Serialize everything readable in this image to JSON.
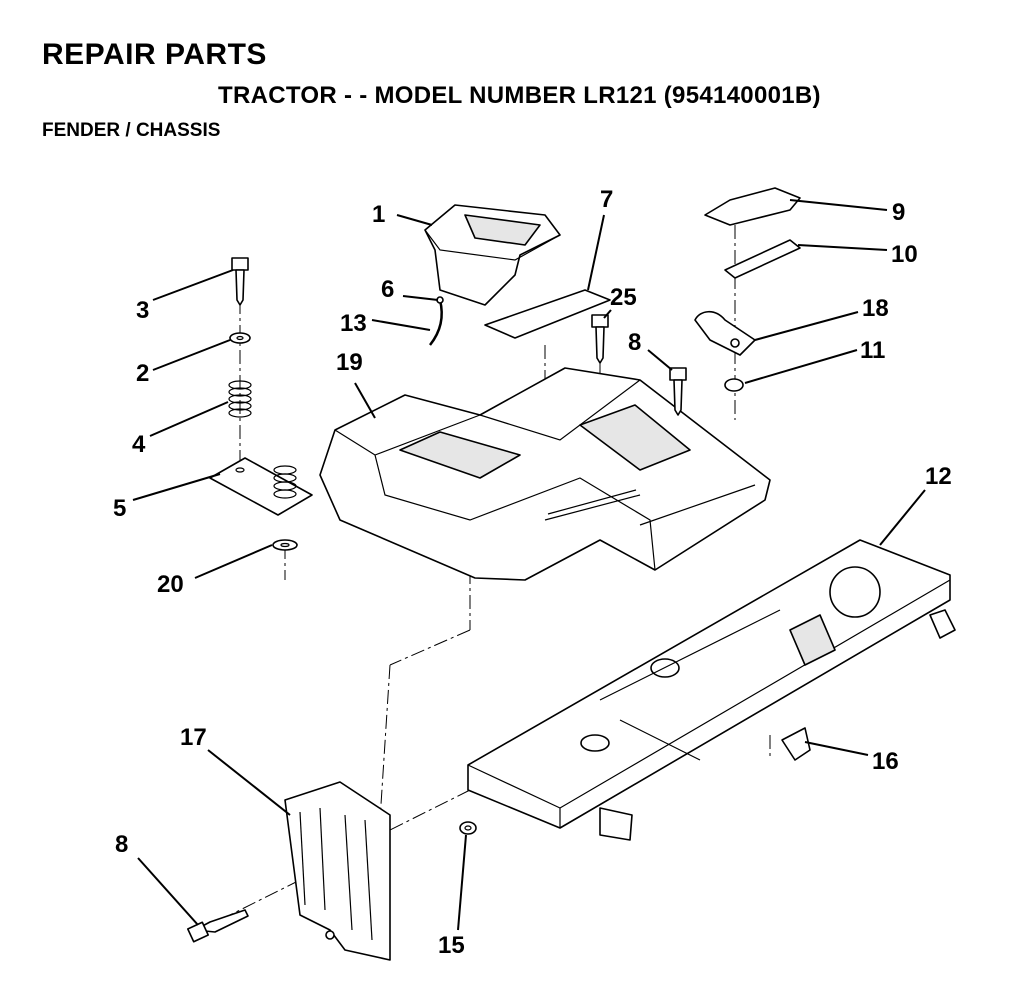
{
  "header": {
    "title": "REPAIR PARTS",
    "subtitle": "TRACTOR - - MODEL NUMBER LR121 (954140001B)",
    "section": "FENDER / CHASSIS"
  },
  "callouts": [
    {
      "id": "c1",
      "label": "1"
    },
    {
      "id": "c2",
      "label": "2"
    },
    {
      "id": "c3",
      "label": "3"
    },
    {
      "id": "c4",
      "label": "4"
    },
    {
      "id": "c5",
      "label": "5"
    },
    {
      "id": "c6",
      "label": "6"
    },
    {
      "id": "c7",
      "label": "7"
    },
    {
      "id": "c8a",
      "label": "8"
    },
    {
      "id": "c8b",
      "label": "8"
    },
    {
      "id": "c9",
      "label": "9"
    },
    {
      "id": "c10",
      "label": "10"
    },
    {
      "id": "c11",
      "label": "11"
    },
    {
      "id": "c12",
      "label": "12"
    },
    {
      "id": "c13",
      "label": "13"
    },
    {
      "id": "c15",
      "label": "15"
    },
    {
      "id": "c16",
      "label": "16"
    },
    {
      "id": "c17",
      "label": "17"
    },
    {
      "id": "c18",
      "label": "18"
    },
    {
      "id": "c19",
      "label": "19"
    },
    {
      "id": "c20",
      "label": "20"
    },
    {
      "id": "c25",
      "label": "25"
    }
  ]
}
